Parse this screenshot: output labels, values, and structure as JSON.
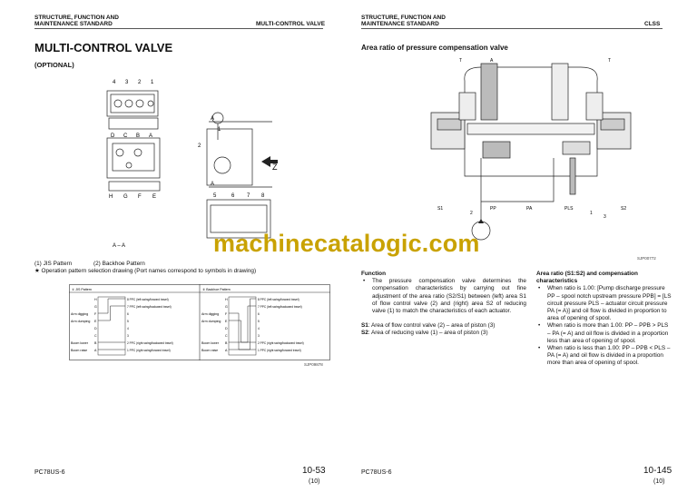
{
  "left_page": {
    "header_section": [
      "STRUCTURE, FUNCTION AND",
      "MAINTENANCE STANDARD"
    ],
    "header_topic": "MULTI-CONTROL VALVE",
    "title": "MULTI-CONTROL VALVE",
    "subtitle": "(OPTIONAL)",
    "figure_labels": {
      "top_numbers": [
        "4",
        "3",
        "2",
        "1"
      ],
      "mid_letters": [
        "D",
        "C",
        "B",
        "A"
      ],
      "bottom_letters": [
        "H",
        "G",
        "F",
        "E"
      ],
      "section_a": "A",
      "section_a2": "A",
      "z": "Z",
      "right_numbers": [
        "5",
        "6",
        "7",
        "8"
      ],
      "callout_1": "1",
      "callout_2": "2",
      "section_title": "A – A"
    },
    "captions": [
      "(1) JIS Pattern",
      "(2) Backhoe Pattern"
    ],
    "note": "Operation pattern selection drawing (Port names correspond to symbols in drawing)",
    "patterns": [
      {
        "title": "① JIS Pattern",
        "left_labels": [
          "Arm digging",
          "Arm dumping",
          "Boom lower",
          "Boom raise"
        ]
      },
      {
        "title": "② Backhoe Pattern",
        "left_labels": [
          "Arm digging",
          "Arm dumping",
          "Boom lower",
          "Boom raise"
        ]
      }
    ],
    "port_letters": [
      "H",
      "G",
      "F",
      "E",
      "D",
      "C",
      "B",
      "A"
    ],
    "port_numbers": [
      "8 PPC (left swing/forward travel)",
      "7 PPC (left swing/backward travel)",
      "6",
      "5",
      "4",
      "3",
      "2 PPC (right swing/backward travel)",
      "1 PPC (right swing/forward travel)"
    ],
    "drawing_code": "SJP09878",
    "footer_model": "PC78US-6",
    "page_number": "10-53",
    "page_sub": "(10)"
  },
  "right_page": {
    "header_section": [
      "STRUCTURE, FUNCTION AND",
      "MAINTENANCE STANDARD"
    ],
    "header_topic": "CLSS",
    "title": "Area ratio of pressure compensation valve",
    "figure_labels": [
      "T",
      "A",
      "T",
      "S1",
      "2",
      "PP",
      "PA",
      "PLS",
      "1",
      "3",
      "S2"
    ],
    "drawing_code": "SJP00772",
    "function": {
      "heading": "Function",
      "bullet": "The pressure compensation valve determines the compensation characteristics by carrying out fine adjustment of the area ratio (S2/S1) between (left) area S1 of flow control valve (2) and (right) area S2 of reducing valve (1) to match the characteristics of each actuator.",
      "s1_label": "S1",
      "s1_text": ": Area of flow control valve (2) – area of piston (3)",
      "s2_label": "S2",
      "s2_text": ": Area of reducing valve (1) – area of piston (3)"
    },
    "area_ratio": {
      "heading": "Area ratio (S1:S2) and compensation characteristics",
      "items": [
        {
          "lead": "When ratio is 1.00:",
          "text": "[Pump discharge pressure PP – spool notch upstream pressure PPB] = [LS circuit pressure PLS – actuator circuit pressure PA (= A)] and oil flow is divided in proportion to area of opening of spool."
        },
        {
          "lead": "When ratio is more than 1.00:",
          "text": "PP – PPB > PLS – PA (= A) and oil flow is divided in a proportion less than area of opening of spool."
        },
        {
          "lead": "When ratio is less than 1.00:",
          "text": "PP – PPB < PLS – PA (= A) and oil flow is divided in a proportion more than area of opening of spool."
        }
      ]
    },
    "footer_model": "PC78US-6",
    "page_number": "10-145",
    "page_sub": "(10)"
  },
  "watermark": "machinecatalogic.com",
  "colors": {
    "watermark": "#c9a200",
    "text": "#111111"
  }
}
